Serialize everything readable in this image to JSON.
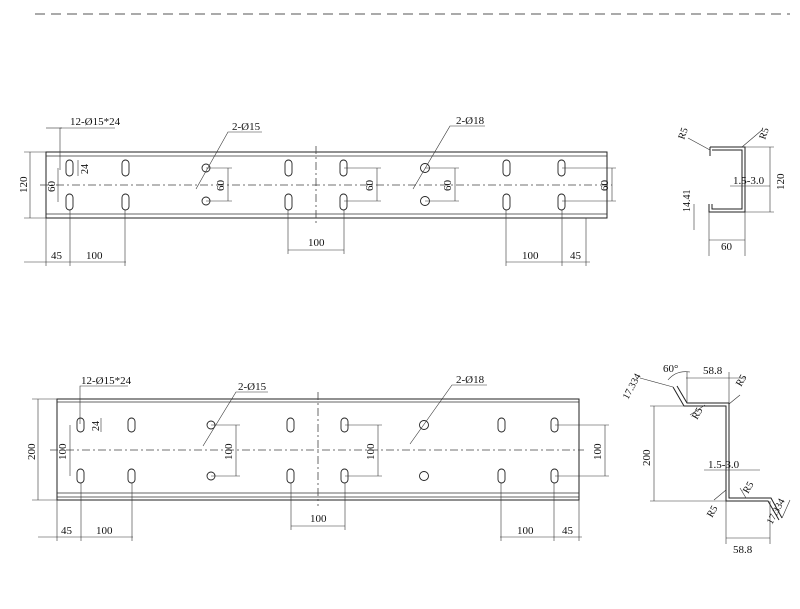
{
  "top_view": {
    "hole_callout_slot": "12-Ø15*24",
    "hole_callout_a": "2-Ø15",
    "hole_callout_b": "2-Ø18",
    "height": "120",
    "row_spacing_left": "60",
    "row_spacing_mid1": "60",
    "row_spacing_mid2": "60",
    "row_spacing_mid3": "60",
    "row_spacing_right": "60",
    "slot_len": "24",
    "edge_left": "45",
    "pitch_left": "100",
    "center_gap": "100",
    "pitch_right": "100",
    "edge_right": "45"
  },
  "top_section": {
    "radius_top_left": "R5",
    "radius_top_right": "R5",
    "thickness": "1.5-3.0",
    "height": "120",
    "lip": "14.41",
    "flange": "60"
  },
  "bottom_view": {
    "hole_callout_slot": "12-Ø15*24",
    "hole_callout_a": "2-Ø15",
    "hole_callout_b": "2-Ø18",
    "height": "200",
    "row_spacing_left": "100",
    "row_spacing_mid1": "100",
    "row_spacing_mid2": "100",
    "row_spacing_right": "100",
    "slot_len": "24",
    "edge_left": "45",
    "pitch_left": "100",
    "center_gap": "100",
    "pitch_right": "100",
    "edge_right": "45"
  },
  "bottom_section": {
    "angle": "60°",
    "flange_top": "58.8",
    "radius_top_right": "R5",
    "radius_top_inner": "R5",
    "lip_top": "17.334",
    "height": "200",
    "thickness": "1.5-3.0",
    "radius_bottom_left": "R5",
    "radius_bottom_inner": "R5",
    "lip_bottom": "17.334",
    "flange_bottom": "58.8"
  }
}
